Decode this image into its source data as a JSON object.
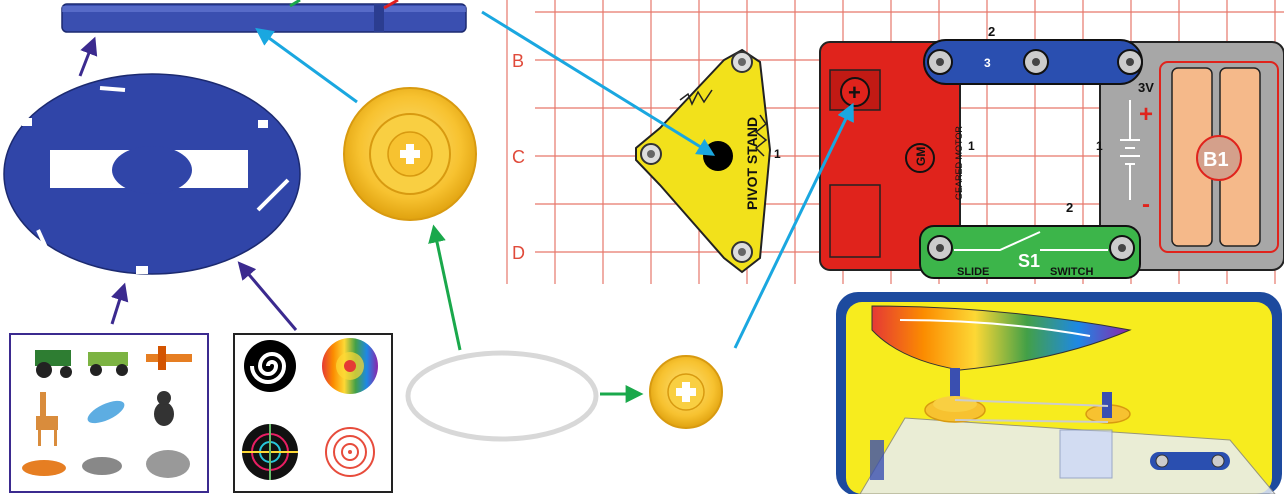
{
  "grid": {
    "row_labels": [
      "B",
      "C",
      "D"
    ]
  },
  "parts": {
    "pivot_stand": {
      "label": "PIVOT STAND",
      "number": "1"
    },
    "motor": {
      "label": "GEARED MOTOR",
      "symbol": "GM",
      "number": "1",
      "plus": "+"
    },
    "snap_wire_top": {
      "label": "2",
      "inner": "3"
    },
    "battery": {
      "label": "B1",
      "voltage": "3V",
      "plus": "+",
      "minus": "-",
      "number": "1"
    },
    "switch": {
      "label": "S1",
      "left_text": "SLIDE",
      "right_text": "SWITCH",
      "number": "2"
    }
  },
  "colors": {
    "shaft_blue": "#3a4fb0",
    "disc_blue": "#3045a8",
    "pulley_yellow": "#f7c230",
    "arrow_cyan": "#1aa7e0",
    "arrow_green": "#1aa84b",
    "arrow_purple": "#3b2a8f",
    "arrow_red": "#e02020",
    "grid_red": "#e04a3a",
    "motor_red": "#e0231c",
    "battery_gray": "#a7a7a7",
    "switch_green": "#3cb54a",
    "snap_blue": "#2a4fb0",
    "pivot_yellow": "#f2e11b",
    "photo_yellow": "#f7ec1e",
    "photo_frame": "#1d4a9e"
  }
}
